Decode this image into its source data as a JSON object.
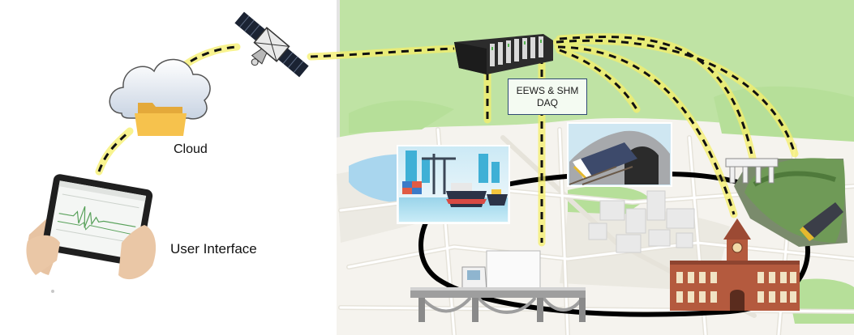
{
  "labels": {
    "cloud": "Cloud",
    "user_interface": "User Interface",
    "daq_line1": "EEWS & SHM",
    "daq_line2": "DAQ"
  },
  "icons": [
    "satellite-icon",
    "cloud-icon",
    "folder-icon",
    "tablet-icon",
    "daq-rack-icon",
    "port-icon",
    "train-tunnel-icon",
    "mountain-train-icon",
    "station-building-icon",
    "bridge-icon",
    "truck-icon",
    "city-blocks-icon"
  ],
  "colors": {
    "link_dash": "#111111",
    "link_glow": "#f6ef6a",
    "map_grass": "#bfe3a4",
    "map_road": "#f6f4ee",
    "route": "#000000",
    "water": "#a9d6ee",
    "daq_box_border": "#2e4a73",
    "daq_box_fill": "#f4fbf2"
  }
}
